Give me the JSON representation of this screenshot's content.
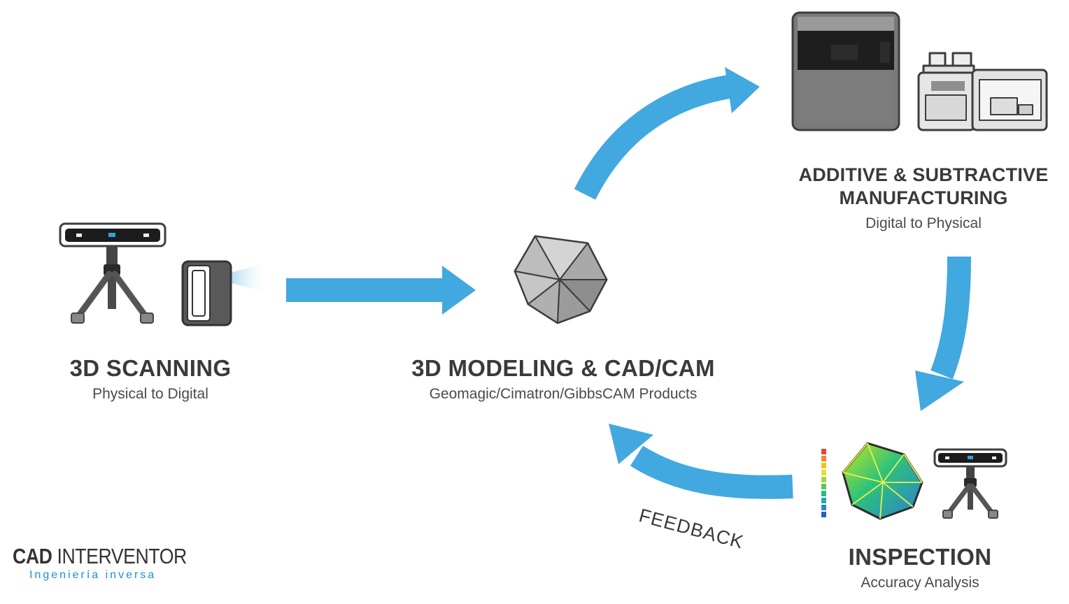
{
  "stages": {
    "scanning": {
      "title": "3D SCANNING",
      "subtitle": "Physical to Digital"
    },
    "modeling": {
      "title": "3D MODELING & CAD/CAM",
      "subtitle": "Geomagic/Cimatron/GibbsCAM Products"
    },
    "manufacturing": {
      "title_line1": "ADDITIVE & SUBTRACTIVE",
      "title_line2": "MANUFACTURING",
      "subtitle": "Digital to Physical"
    },
    "inspection": {
      "title": "INSPECTION",
      "subtitle": "Accuracy Analysis"
    }
  },
  "feedback_label": "FEEDBACK",
  "logo": {
    "bold": "CAD",
    "light": "INTERVENTOR",
    "tagline": "Ingeniería inversa"
  },
  "colors": {
    "arrow": "#42a8e0",
    "text": "#3a3a3a",
    "logo_accent": "#1b8fd2"
  },
  "icons": [
    "tripod-scanner-icon",
    "handheld-scanner-icon",
    "polyhedron-model-icon",
    "3d-printer-icon",
    "cnc-machine-icon",
    "color-deviation-scale-icon",
    "color-map-polyhedron-icon"
  ]
}
